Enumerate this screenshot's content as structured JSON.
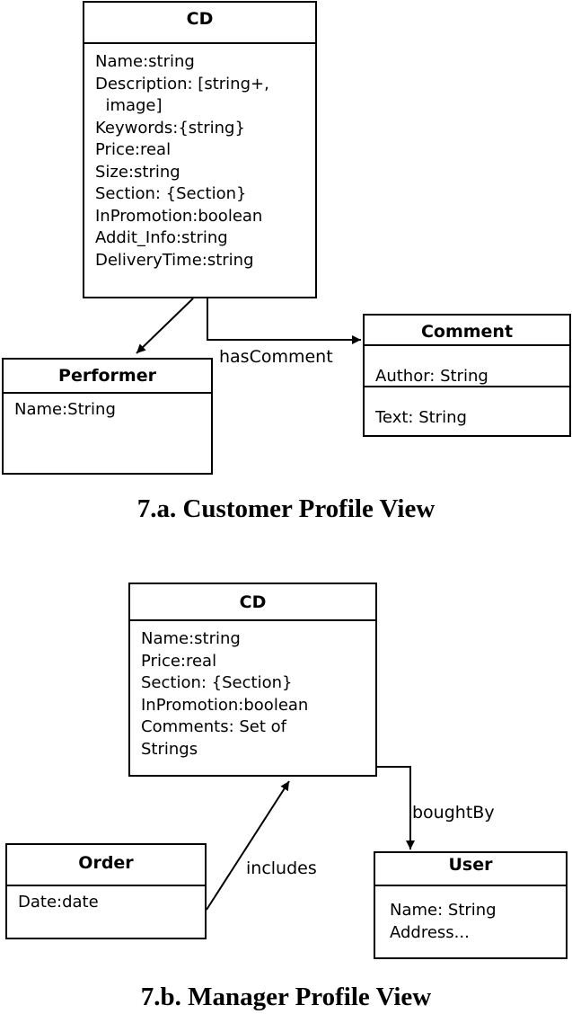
{
  "customer_view": {
    "caption": "7.a. Customer Profile View",
    "cd": {
      "title": "CD",
      "attributes": [
        "Name:string",
        "Description: [string+,",
        "  image]",
        "Keywords:{string}",
        "Price:real",
        "Size:string",
        "Section: {Section}",
        "InPromotion:boolean",
        "Addit_Info:string",
        "DeliveryTime:string"
      ]
    },
    "performer": {
      "title": "Performer",
      "attributes": [
        "Name:String"
      ]
    },
    "comment": {
      "title": "Comment",
      "author": "Author: String",
      "text": "Text: String"
    },
    "has_comment_label": "hasComment"
  },
  "manager_view": {
    "caption": "7.b. Manager Profile View",
    "cd": {
      "title": "CD",
      "attributes": [
        "Name:string",
        "Price:real",
        "Section: {Section}",
        "InPromotion:boolean",
        "Comments: Set of",
        "Strings"
      ]
    },
    "order": {
      "title": "Order",
      "attributes": [
        "Date:date"
      ]
    },
    "user": {
      "title": "User",
      "attributes": [
        "Name: String",
        "Address..."
      ]
    },
    "bought_by_label": "boughtBy",
    "includes_label": "includes"
  }
}
